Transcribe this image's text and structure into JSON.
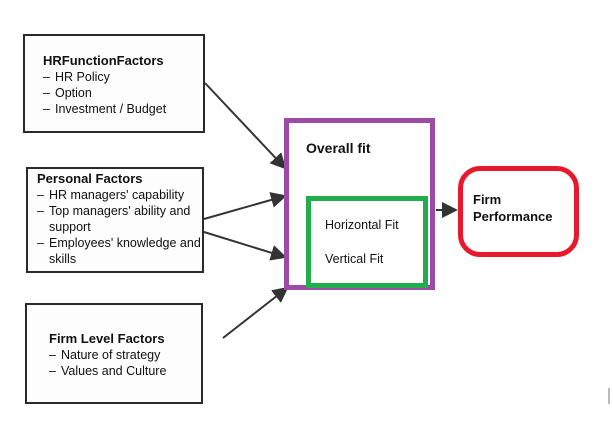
{
  "hr_function_factors": {
    "title": "HRFunctionFactors",
    "items": [
      "HR Policy",
      "Option",
      "Investment / Budget"
    ]
  },
  "personal_factors": {
    "title": "Personal Factors",
    "items": [
      "HR managers' capability",
      "Top managers' ability and support",
      "Employees' knowledge and skills"
    ]
  },
  "firm_level_factors": {
    "title": "Firm Level Factors",
    "items": [
      "Nature of strategy",
      "Values and Culture"
    ]
  },
  "overall_fit": {
    "label": "Overall fit",
    "inner": [
      "Horizontal Fit",
      "Vertical Fit"
    ]
  },
  "firm_performance": {
    "label_line1": "Firm",
    "label_line2": "Performance"
  },
  "dash": "–",
  "colors": {
    "overall_fit_border": "#9b4aa6",
    "inner_fit_border": "#22ad4d",
    "performance_border": "#e8192c"
  }
}
